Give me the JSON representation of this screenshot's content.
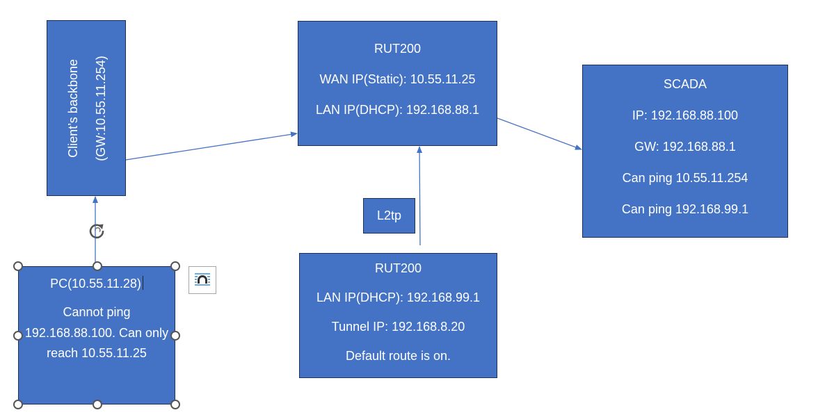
{
  "rut200_top": {
    "title": "RUT200",
    "wan_ip": "WAN IP(Static): 10.55.11.25",
    "lan_ip": "LAN IP(DHCP): 192.168.88.1"
  },
  "scada": {
    "title": "SCADA",
    "ip": "IP: 192.168.88.100",
    "gw": "GW: 192.168.88.1",
    "ping_1": "Can ping 10.55.11.254",
    "ping_2": "Can ping 192.168.99.1"
  },
  "rut200_bottom": {
    "title": "RUT200",
    "lan_ip": "LAN IP(DHCP): 192.168.99.1",
    "tunnel_ip": "Tunnel IP: 192.168.8.20",
    "route": "Default route is on."
  },
  "backbone": {
    "line_1": "Client’s backbone",
    "line_2": "(GW:10.55.11.254)"
  },
  "l2tp": {
    "label": "L2tp"
  },
  "pc": {
    "title": "PC(10.55.11.28)",
    "note": "Cannot ping 192.168.88.100. Can only reach 10.55.11.25"
  },
  "colors": {
    "box_fill": "#4472c4",
    "box_border": "#1f2f56",
    "connector": "#4472c4",
    "text": "#ffffff"
  },
  "icons": {
    "rotate_handle": "rotate-icon",
    "layout_options": "layout-options-icon"
  }
}
